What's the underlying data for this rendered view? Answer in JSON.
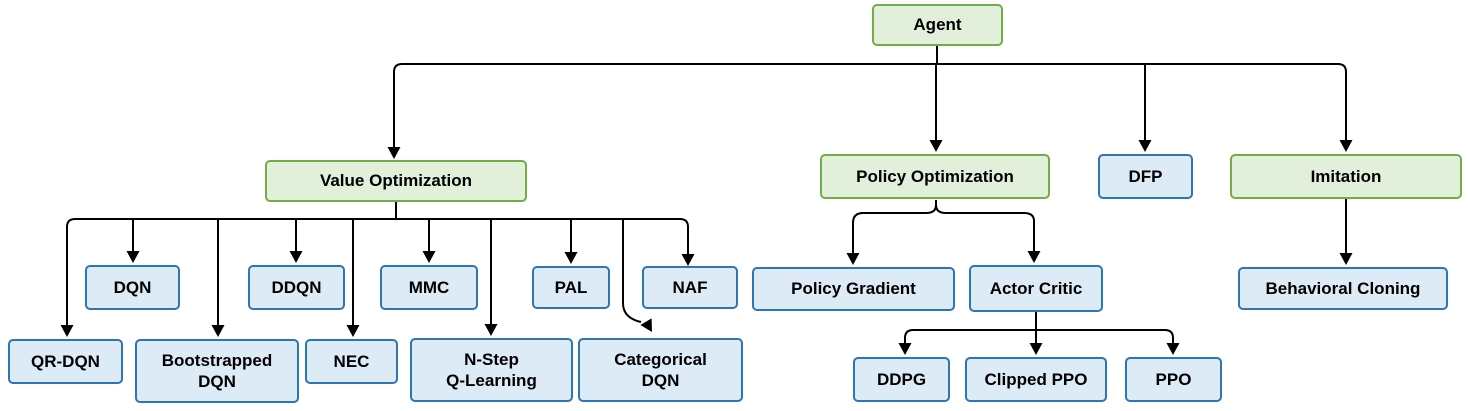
{
  "colors": {
    "category_fill": "#e2efda",
    "category_border": "#70ad47",
    "algorithm_fill": "#ddebf7",
    "algorithm_border": "#2e75b6",
    "edge": "#000000",
    "text": "#000000"
  },
  "nodes": {
    "agent": {
      "label": "Agent",
      "type": "category"
    },
    "value_optimization": {
      "label": "Value Optimization",
      "type": "category"
    },
    "policy_optimization": {
      "label": "Policy Optimization",
      "type": "category"
    },
    "dfp": {
      "label": "DFP",
      "type": "algorithm"
    },
    "imitation": {
      "label": "Imitation",
      "type": "category"
    },
    "dqn": {
      "label": "DQN",
      "type": "algorithm"
    },
    "ddqn": {
      "label": "DDQN",
      "type": "algorithm"
    },
    "mmc": {
      "label": "MMC",
      "type": "algorithm"
    },
    "pal": {
      "label": "PAL",
      "type": "algorithm"
    },
    "naf": {
      "label": "NAF",
      "type": "algorithm"
    },
    "qr_dqn": {
      "label": "QR-DQN",
      "type": "algorithm"
    },
    "bootstrapped_dqn": {
      "label": "Bootstrapped\nDQN",
      "type": "algorithm"
    },
    "nec": {
      "label": "NEC",
      "type": "algorithm"
    },
    "n_step_q_learning": {
      "label": "N-Step\nQ-Learning",
      "type": "algorithm"
    },
    "categorical_dqn": {
      "label": "Categorical\nDQN",
      "type": "algorithm"
    },
    "policy_gradient": {
      "label": "Policy Gradient",
      "type": "algorithm"
    },
    "actor_critic": {
      "label": "Actor Critic",
      "type": "algorithm"
    },
    "ddpg": {
      "label": "DDPG",
      "type": "algorithm"
    },
    "clipped_ppo": {
      "label": "Clipped PPO",
      "type": "algorithm"
    },
    "ppo": {
      "label": "PPO",
      "type": "algorithm"
    },
    "behavioral_cloning": {
      "label": "Behavioral Cloning",
      "type": "algorithm"
    }
  },
  "edges": [
    {
      "from": "agent",
      "to": "value_optimization"
    },
    {
      "from": "agent",
      "to": "policy_optimization"
    },
    {
      "from": "agent",
      "to": "dfp"
    },
    {
      "from": "agent",
      "to": "imitation"
    },
    {
      "from": "value_optimization",
      "to": "dqn"
    },
    {
      "from": "value_optimization",
      "to": "ddqn"
    },
    {
      "from": "value_optimization",
      "to": "mmc"
    },
    {
      "from": "value_optimization",
      "to": "pal"
    },
    {
      "from": "value_optimization",
      "to": "naf"
    },
    {
      "from": "value_optimization",
      "to": "qr_dqn"
    },
    {
      "from": "value_optimization",
      "to": "bootstrapped_dqn"
    },
    {
      "from": "value_optimization",
      "to": "nec"
    },
    {
      "from": "value_optimization",
      "to": "n_step_q_learning"
    },
    {
      "from": "value_optimization",
      "to": "categorical_dqn"
    },
    {
      "from": "policy_optimization",
      "to": "policy_gradient"
    },
    {
      "from": "policy_optimization",
      "to": "actor_critic"
    },
    {
      "from": "actor_critic",
      "to": "ddpg"
    },
    {
      "from": "actor_critic",
      "to": "clipped_ppo"
    },
    {
      "from": "actor_critic",
      "to": "ppo"
    },
    {
      "from": "imitation",
      "to": "behavioral_cloning"
    }
  ]
}
